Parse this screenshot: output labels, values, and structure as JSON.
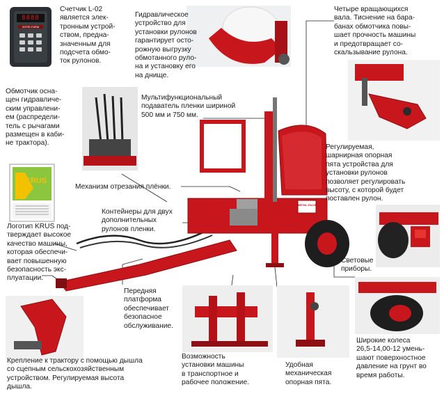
{
  "colors": {
    "machine_red": "#c8161d",
    "dark_red": "#8e0f13",
    "tire_black": "#1e1e1e",
    "leader_line": "#222222",
    "counter_body": "#2b2f33",
    "counter_display": "#d42020",
    "krus_green": "#8cc63f",
    "krus_yellow": "#f2c200"
  },
  "captions": {
    "counter": "Счетчик L-02\nявляется элек-\nтронным устрой-\nством, предна-\nзначенным для\nподсчета обмо-\nток рулонов.",
    "hydraulic_unload": "Гидравлическое\nустройство для\nустановки рулонов\nгарантирует осто-\nрожную выгрузку\nобмотанного руло-\nна и установку его\nна днище.",
    "rollers": "Четыре вращающихся\nвала. Тиснение на бара-\nбанах обмотчика повы-\nшает прочность машины\nи предотвращает со-\nскальзывание рулона.",
    "hydraulic_control": "Обмотчик осна-\nщен гидравличе-\nским управлени-\nем (распредели-\nтель с рычагами\nразмещен в каби-\nне трактора).",
    "film_dispenser": "Мультифункциональный\nподаватель пленки шириной\n500 мм и 750 мм.",
    "support_foot_adjust": "Регулируемая,\nшарнирная опорная\nпята устройства для\nустановки рулонов\nпозволяет регулировать\nвысоту, с которой будет\nпоставлен рулон.",
    "film_cut": "Механизм отрезания плёнки.",
    "film_containers": "Контейнеры для двух\nдополнительных\nрулонов пленки.",
    "krus_logo": "Логотип KRUS под-\nтверждает высокое\nкачество машины,\nкоторая обеспечи-\nвает повышенную\nбезопасность экс-\nплуатации.",
    "lights": "Световые\nприборы.",
    "front_platform": "Передняя\nплатформа\nобеспечивает\nбезопасное\nобслуживание.",
    "wide_wheels": "Широкие колеса\n26,5-14,00-12 умень-\nшают поверхностное\nдавление на грунт во\nвремя работы.",
    "hitch": "Крепление к трактору с помощью дышла\nсо сцепным сельскохозяйственным\nустройством. Регулируемая высота\nдышла.",
    "transport_position": "Возможность\nустановки машины\nв транспортное и\nрабочее положение.",
    "support_foot": "Удобная\nмеханическая\nопорная пята."
  },
  "counter_device": {
    "display_value": "8888",
    "brand": "INTRE-FARM"
  },
  "krus_logo": {
    "letters": "KRUS"
  },
  "machine_decal": "METAL-FACH"
}
